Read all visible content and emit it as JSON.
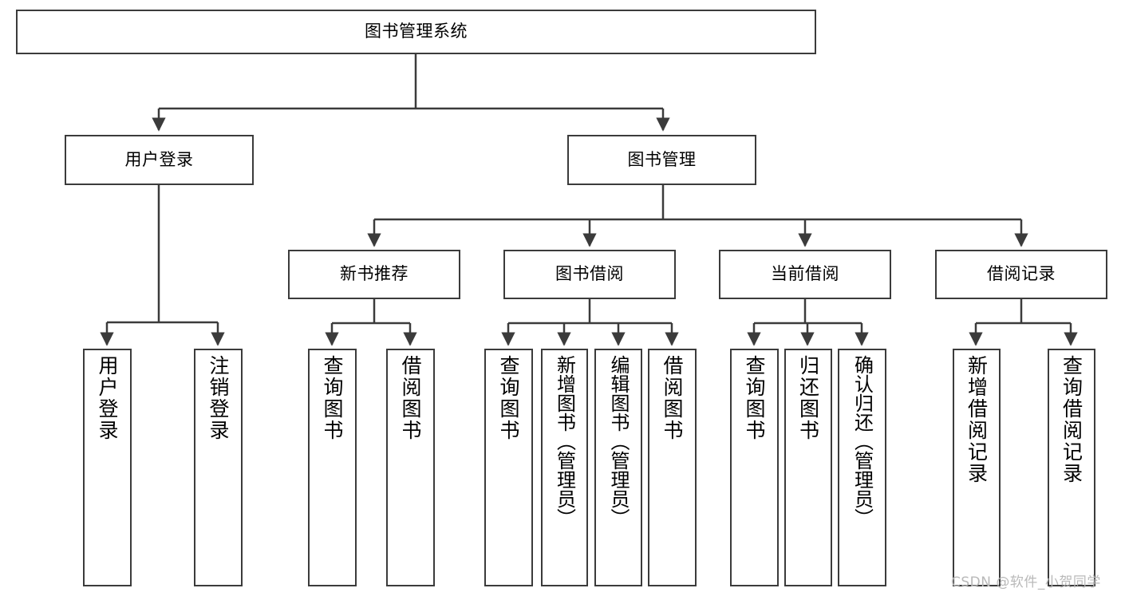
{
  "diagram": {
    "title": "图书管理系统",
    "type": "tree",
    "root": {
      "label": "图书管理系统"
    },
    "level2": [
      {
        "label": "用户登录"
      },
      {
        "label": "图书管理"
      }
    ],
    "level3": [
      {
        "label": "新书推荐"
      },
      {
        "label": "图书借阅"
      },
      {
        "label": "当前借阅"
      },
      {
        "label": "借阅记录"
      }
    ],
    "leaves": {
      "user_login": [
        {
          "label": "用户登录"
        },
        {
          "label": "注销登录"
        }
      ],
      "new_book_recommend": [
        {
          "label": "查询图书"
        },
        {
          "label": "借阅图书"
        }
      ],
      "book_borrow": [
        {
          "label": "查询图书"
        },
        {
          "label": "新增图书（管理员）"
        },
        {
          "label": "编辑图书（管理员）"
        },
        {
          "label": "借阅图书"
        }
      ],
      "current_borrow": [
        {
          "label": "查询图书"
        },
        {
          "label": "归还图书"
        },
        {
          "label": "确认归还（管理员）"
        }
      ],
      "borrow_record": [
        {
          "label": "新增借阅记录"
        },
        {
          "label": "查询借阅记录"
        }
      ]
    }
  },
  "watermark": {
    "text": "CSDN @软件_小贺同学"
  },
  "colors": {
    "stroke": "#3b3b3b",
    "background": "#ffffff",
    "text": "#000000",
    "watermark": "#b9b9b9"
  }
}
